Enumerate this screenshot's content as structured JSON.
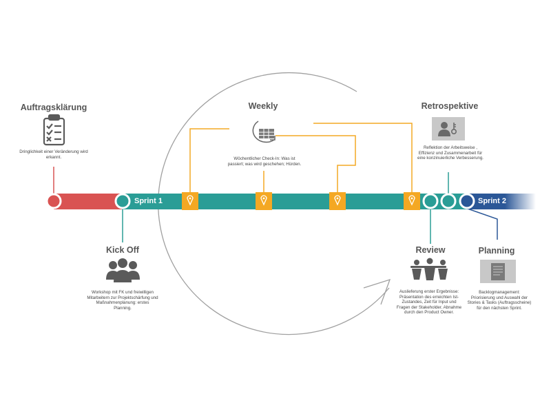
{
  "colors": {
    "red": "#d95352",
    "teal": "#2a9d96",
    "navy": "#2b5797",
    "orange": "#f4a823",
    "gray": "#9e9e9e",
    "icon_gray": "#5a5a5a",
    "box_gray": "#c8c8c8"
  },
  "sprints": {
    "sprint1": "Sprint 1",
    "sprint2": "Sprint 2"
  },
  "stages": {
    "auftragsklaerung": {
      "title": "Auftragsklärung",
      "desc": "Dringlichkeit einer Veränderung wird erkannt.",
      "icon": "checklist-clipboard-icon"
    },
    "kickoff": {
      "title": "Kick Off",
      "desc": "Workshop mit FK und freiwilligen Mitarbeitern zur Projektschärfung und Maßnahmenplanung:  erstes Planning.",
      "icon": "group-people-icon"
    },
    "weekly": {
      "title": "Weekly",
      "desc": "Wöchentlicher Check-In: Was ist passiert; was wird geschehen; Hürden.",
      "icon": "calendar-cycle-icon"
    },
    "retrospektive": {
      "title": "Retrospektive",
      "desc": "Reflektion der Arbeitsweise , Effizienz und Zusammenarbeit für eine konzinuierliche Verbesserung.",
      "icon": "person-key-icon"
    },
    "review": {
      "title": "Review",
      "desc": "Auslieferung erster Ergebnisse: Präsentation des erreichten Ist-Zustandes, Zeit für Input und Fragen der Stakeholder. Abnahme durch den Product Owner.",
      "icon": "presenters-podium-icon"
    },
    "planning": {
      "title": "Planning",
      "desc": "Backlogmanagement: Priorisierung und Auswahl der Stories & Tasks (Auftragsscheine) für den nächsten Sprint.",
      "icon": "document-icon"
    }
  }
}
